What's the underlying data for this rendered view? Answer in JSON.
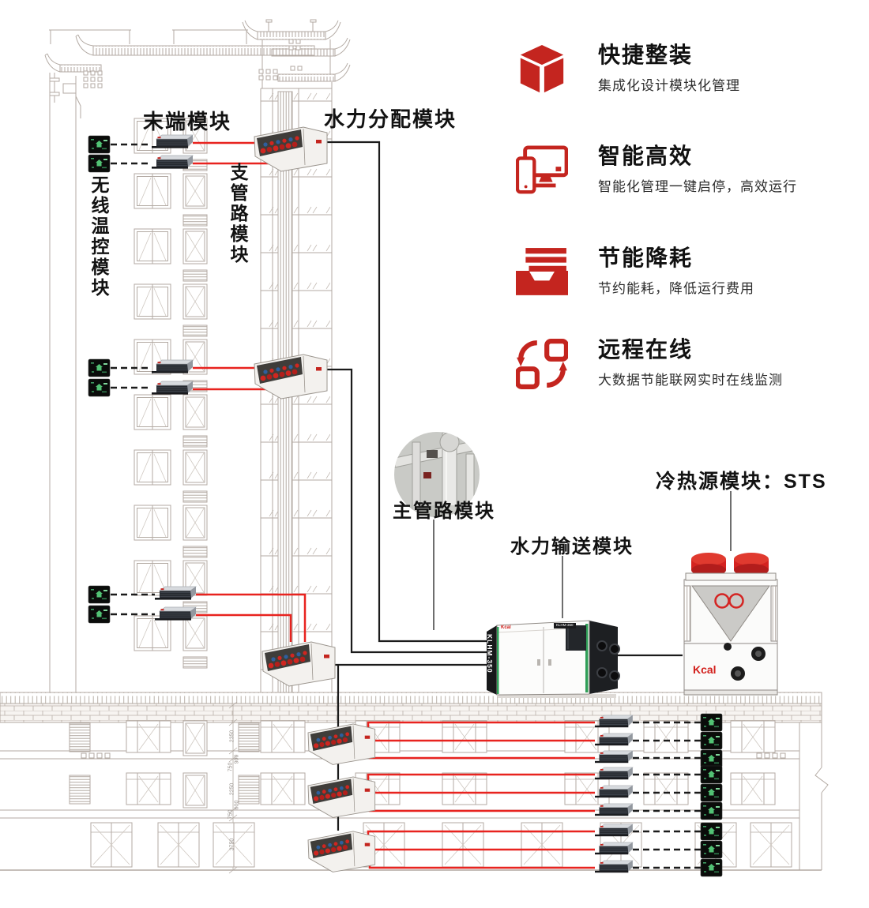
{
  "page": {
    "background": "#ffffff"
  },
  "colors": {
    "accent_red": "#c4251f",
    "pipe_red": "#e8231f",
    "line_black": "#1b1b1b",
    "drawing_gray": "#b3aaa3"
  },
  "features": [
    {
      "icon": "cube-icon",
      "title": "快捷整装",
      "subtitle": "集成化设计模块化管理"
    },
    {
      "icon": "smart-devices-icon",
      "title": "智能高效",
      "subtitle": "智能化管理一键启停，高效运行"
    },
    {
      "icon": "energy-tray-icon",
      "title": "节能降耗",
      "subtitle": "节约能耗，降低运行费用"
    },
    {
      "icon": "remote-sync-icon",
      "title": "远程在线",
      "subtitle": "大数据节能联网实时在线监测"
    }
  ],
  "labels": {
    "terminal_module": "末端模块",
    "hydraulic_distribution_module": "水力分配模块",
    "branch_pipe_module": "支管路模块",
    "wireless_thermostat_module": "无线温控模块",
    "main_pipe_module": "主管路模块",
    "hydraulic_transport_module": "水力输送模块",
    "heat_source_module": "冷热源模块：STS"
  },
  "equipment": {
    "transport_unit_model": "KLHM-350",
    "chiller_brand": "Kcal"
  },
  "podium": {
    "dims": [
      "2350",
      "900",
      "750",
      "2250",
      "600",
      "750",
      "3750"
    ]
  }
}
